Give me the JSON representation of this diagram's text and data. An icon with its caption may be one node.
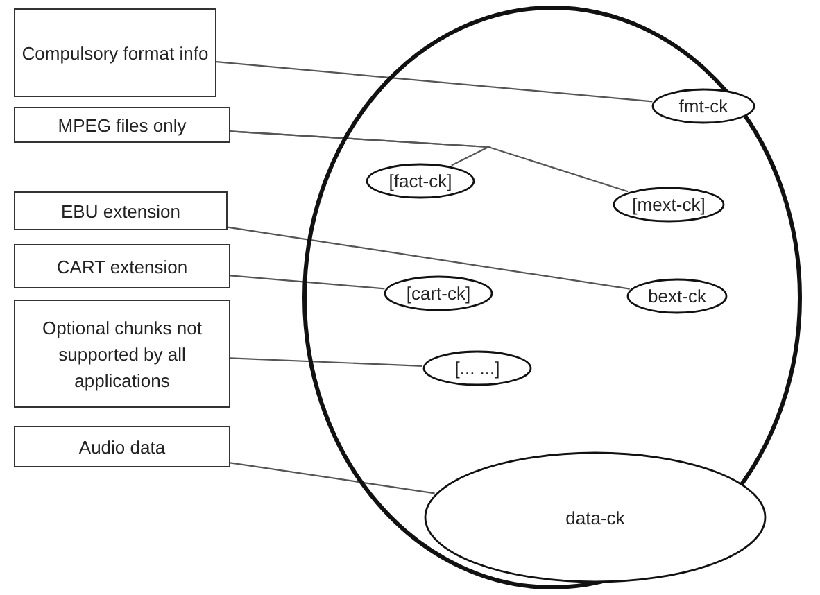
{
  "diagram": {
    "nodes": [
      {
        "text": [],
        "shape": "circle"
      },
      {
        "text": [
          "fmt-ck"
        ],
        "in": 0
      },
      {
        "text": [
          "[fact-ck]"
        ],
        "in": 0
      },
      {
        "text": [
          "[mext-ck]"
        ],
        "in": 0
      },
      {
        "text": [
          "bext-ck"
        ],
        "in": 0
      },
      {
        "text": [
          "[cart-ck]"
        ],
        "in": 0
      },
      {
        "text": [
          "[... ...]"
        ],
        "in": 0
      },
      {
        "text": [
          "data-ck"
        ],
        "in": 0
      },
      {
        "text": [
          "Compulsory format info"
        ]
      },
      {
        "text": [
          "MPEG files only"
        ]
      },
      {
        "text": [
          "EBU extension"
        ]
      },
      {
        "text": [
          "CART extension"
        ]
      },
      {
        "text": [
          "Optional chunks not supported by all applications"
        ]
      },
      {
        "text": [
          "Audio data"
        ]
      }
    ],
    "edges": [
      {
        "from": 8,
        "to": 1,
        "arrow": "none"
      },
      {
        "from": 9,
        "to": 2,
        "arrow": "none"
      },
      {
        "from": 9,
        "to": 3,
        "arrow": "none"
      },
      {
        "from": 10,
        "to": 4,
        "arrow": "none"
      },
      {
        "from": 11,
        "to": 5,
        "arrow": "none"
      },
      {
        "from": 12,
        "to": 6,
        "arrow": "none"
      },
      {
        "from": 13,
        "to": 7,
        "arrow": "none"
      }
    ]
  }
}
